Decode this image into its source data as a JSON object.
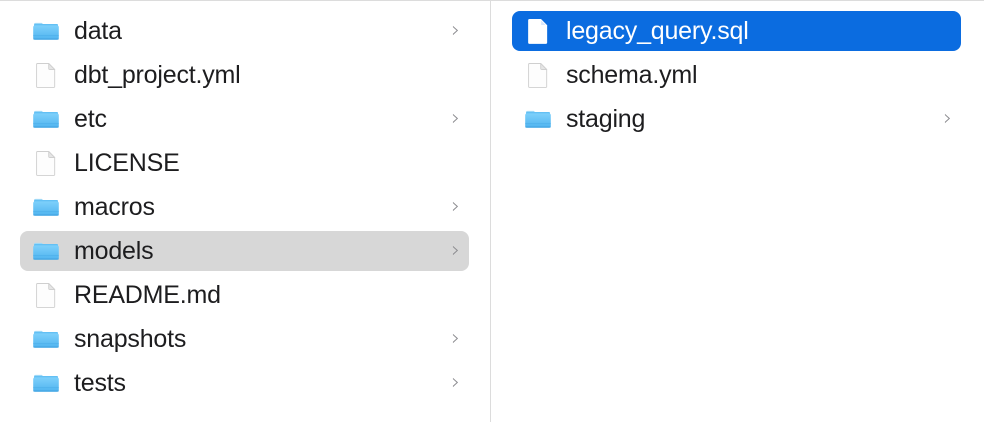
{
  "window": {
    "view_mode": "column",
    "app": "Finder"
  },
  "colors": {
    "selection_active": "#0b6ce0",
    "selection_inactive": "#d7d7d7",
    "folder_blue": "#62c3f7",
    "text": "#1d1d1f",
    "text_selected": "#ffffff",
    "divider": "#dcdcdc",
    "chevron": "#8b8b8f",
    "background": "#ffffff"
  },
  "columns": [
    {
      "name": "parent-column",
      "items": [
        {
          "label": "data",
          "kind": "folder",
          "icon": "folder-icon",
          "chevron": "›",
          "has_chevron": true,
          "state": "none"
        },
        {
          "label": "dbt_project.yml",
          "kind": "document",
          "icon": "document-icon",
          "chevron": "›",
          "has_chevron": false,
          "state": "none"
        },
        {
          "label": "etc",
          "kind": "folder",
          "icon": "folder-icon",
          "chevron": "›",
          "has_chevron": true,
          "state": "none"
        },
        {
          "label": "LICENSE",
          "kind": "document",
          "icon": "document-icon",
          "chevron": "›",
          "has_chevron": false,
          "state": "none"
        },
        {
          "label": "macros",
          "kind": "folder",
          "icon": "folder-icon",
          "chevron": "›",
          "has_chevron": true,
          "state": "none"
        },
        {
          "label": "models",
          "kind": "folder",
          "icon": "folder-icon",
          "chevron": "›",
          "has_chevron": true,
          "state": "selected-inactive"
        },
        {
          "label": "README.md",
          "kind": "document",
          "icon": "document-icon",
          "chevron": "›",
          "has_chevron": false,
          "state": "none"
        },
        {
          "label": "snapshots",
          "kind": "folder",
          "icon": "folder-icon",
          "chevron": "›",
          "has_chevron": true,
          "state": "none"
        },
        {
          "label": "tests",
          "kind": "folder",
          "icon": "folder-icon",
          "chevron": "›",
          "has_chevron": true,
          "state": "none"
        }
      ]
    },
    {
      "name": "child-column",
      "items": [
        {
          "label": "legacy_query.sql",
          "kind": "document",
          "icon": "document-icon",
          "chevron": "›",
          "has_chevron": false,
          "state": "selected-active"
        },
        {
          "label": "schema.yml",
          "kind": "document",
          "icon": "document-icon",
          "chevron": "›",
          "has_chevron": false,
          "state": "none"
        },
        {
          "label": "staging",
          "kind": "folder",
          "icon": "folder-icon",
          "chevron": "›",
          "has_chevron": true,
          "state": "none"
        }
      ]
    }
  ]
}
